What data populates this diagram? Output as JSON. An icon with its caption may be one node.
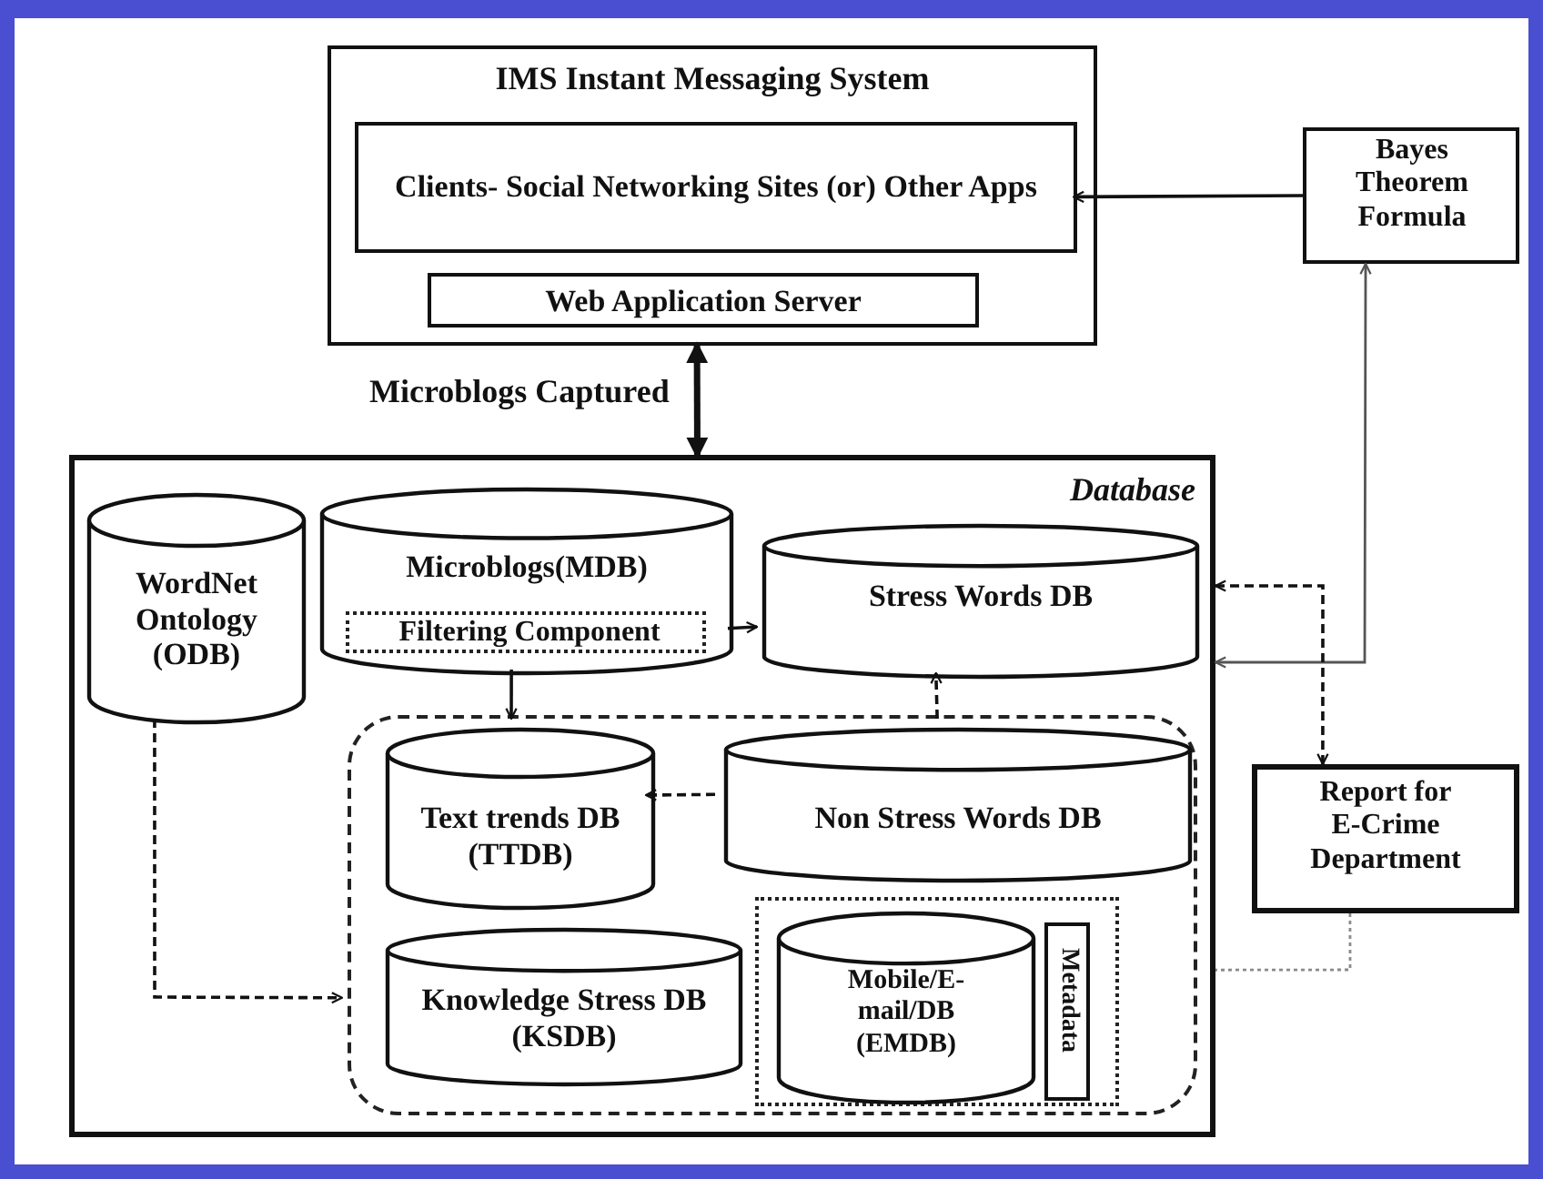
{
  "diagram": {
    "nodes": [
      {
        "text": [
          "IMS Instant Messaging System"
        ]
      },
      {
        "text": [
          "Clients- Social Networking Sites (or) Other Apps"
        ],
        "in": 0
      },
      {
        "text": [
          "Web Application Server"
        ],
        "in": 0
      },
      {
        "text": [
          "Bayes Theorem Formula"
        ]
      },
      {
        "text": [
          "Database"
        ]
      },
      {
        "text": [
          "WordNet Ontology (ODB)"
        ],
        "in": 4
      },
      {
        "text": [
          "Microblogs(MDB)"
        ],
        "in": 4
      },
      {
        "text": [
          "Filtering Component"
        ],
        "in": 6
      },
      {
        "text": [
          "Stress Words DB"
        ],
        "in": 4
      },
      {
        "text": [],
        "shape": "box",
        "in": 4
      },
      {
        "text": [
          "Text trends DB (TTDB)"
        ],
        "in": 9
      },
      {
        "text": [
          "Non Stress Words DB"
        ],
        "in": 9
      },
      {
        "text": [],
        "shape": "box",
        "in": 9
      },
      {
        "text": [
          "Mobile/E- mail/DB (EMDB)"
        ],
        "in": 12
      },
      {
        "text": [
          "Metadata"
        ],
        "in": 12
      },
      {
        "text": [
          "Knowledge Stress DB (KSDB)"
        ],
        "in": 9
      },
      {
        "text": [
          "Report for E-Crime Department"
        ]
      }
    ],
    "edges": [
      {
        "from": 3,
        "to": 1,
        "arrow": "to"
      },
      {
        "from": 0,
        "to": 4,
        "arrow": "both",
        "style": "thick",
        "label": "Microblogs Captured"
      },
      {
        "from": 3,
        "to": 4,
        "arrow": "both",
        "color": "#555555"
      },
      {
        "from": 16,
        "to": 4,
        "arrow": "both",
        "style": "dashed"
      },
      {
        "from": 16,
        "to": 4,
        "arrow": "none",
        "style": "dashed",
        "color": "#8a8a8a"
      },
      {
        "from": 6,
        "to": 8,
        "arrow": "to"
      },
      {
        "from": 6,
        "to": 10,
        "arrow": "to"
      },
      {
        "from": 11,
        "to": 8,
        "arrow": "to",
        "style": "dashed"
      },
      {
        "from": 11,
        "to": 10,
        "arrow": "to",
        "style": "dashed"
      },
      {
        "from": 5,
        "to": 9,
        "arrow": "to",
        "style": "dashed"
      }
    ]
  }
}
